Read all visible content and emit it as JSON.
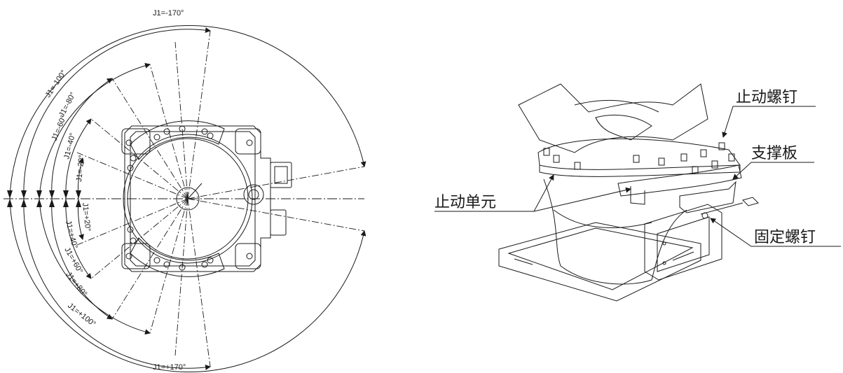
{
  "left_figure": {
    "angle_labels": {
      "neg170": "J1=-170°",
      "neg100": "J1=-100°",
      "neg80": "J1=-80°",
      "neg60": "J1=-60°",
      "neg40": "J1=-40°",
      "neg20": "J1=-20°",
      "pos20": "J1=+20°",
      "pos40": "J1=+40°",
      "pos60": "J1=+60°",
      "pos80": "J1=+80°",
      "pos100": "J1=+100°",
      "pos170": "J1=+170°"
    }
  },
  "right_figure": {
    "callouts": {
      "stop_screw": "止动螺钉",
      "support_plate": "支撑板",
      "stop_unit": "止动单元",
      "fixing_screw": "固定螺钉"
    }
  },
  "colors": {
    "line": "#1a1a1a",
    "background": "#ffffff"
  }
}
